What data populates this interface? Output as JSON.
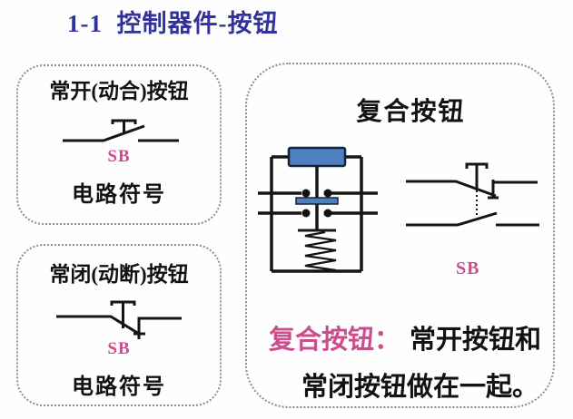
{
  "page": {
    "title": "1-1  控制器件-按钮"
  },
  "colors": {
    "title_navy": "#32329b",
    "label_pink": "#cb4d8d",
    "line_black": "#151515",
    "button_cap_blue": "#4f7fbf",
    "cap_border_dark": "#10233f",
    "box_border_gray": "#8d8d8d"
  },
  "boxes": {
    "normally_open": {
      "heading": "常开(动合)按钮",
      "symbol_label": "SB",
      "caption": "电路符号",
      "symbol_icon": "normally-open-pushbutton-symbol"
    },
    "normally_closed": {
      "heading": "常闭(动断)按钮",
      "symbol_label": "SB",
      "caption": "电路符号",
      "symbol_icon": "normally-closed-pushbutton-symbol"
    },
    "compound": {
      "heading": "复合按钮",
      "symbol_label": "SB",
      "structure_icon": "compound-pushbutton-structure-diagram",
      "symbol_icon": "compound-pushbutton-circuit-symbol",
      "note_term": "复合按钮：",
      "note_line1": "常开按钮和",
      "note_line2": "常闭按钮做在一起。"
    }
  }
}
